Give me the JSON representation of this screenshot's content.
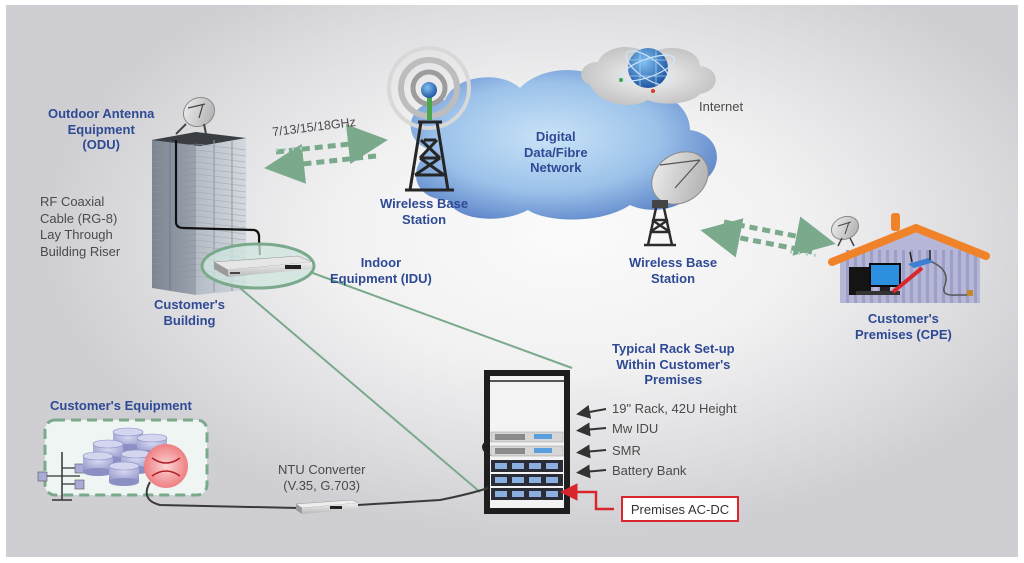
{
  "diagram": {
    "type": "microwave-network-topology",
    "labels": {
      "odu": "Outdoor Antenna\nEquipment\n(ODU)",
      "frequency": "7/13/15/18GHz",
      "wbs_left": "Wireless Base\nStation",
      "network_cloud": "Digital\nData/Fibre\nNetwork",
      "internet": "Internet",
      "wbs_right": "Wireless Base\nStation",
      "rf_cable": "RF Coaxial\nCable (RG-8)\nLay Through\nBuilding Riser",
      "customer_building": "Customer's\nBuilding",
      "idu": "Indoor\nEquipment (IDU)",
      "cpe": "Customer's\nPremises (CPE)",
      "rack_title": "Typical Rack Set-up\nWithin Customer's\nPremises",
      "customer_equipment": "Customer's Equipment",
      "ntu": "NTU Converter\n(V.35, G.703)",
      "premises_acdc": "Premises AC-DC"
    },
    "rack_callouts": [
      "19\" Rack, 42U Height",
      "Mw IDU",
      "SMR",
      "Battery Bank"
    ],
    "icons": [
      "satellite-dish-icon",
      "building-icon",
      "radio-tower-icon",
      "cloud-icon",
      "globe-icon",
      "house-icon",
      "computer-icon",
      "router-icon",
      "server-rack-icon",
      "database-icon",
      "network-switch-icon",
      "ntu-device-icon",
      "idu-device-icon"
    ],
    "colors": {
      "label_blue": "#2f4a94",
      "label_gray": "#4a4a4a",
      "link_green": "#7aa98c",
      "alert_red": "#d8262c",
      "cloud_blue": "#8fb8e6",
      "roof_orange": "#f0822a"
    }
  }
}
